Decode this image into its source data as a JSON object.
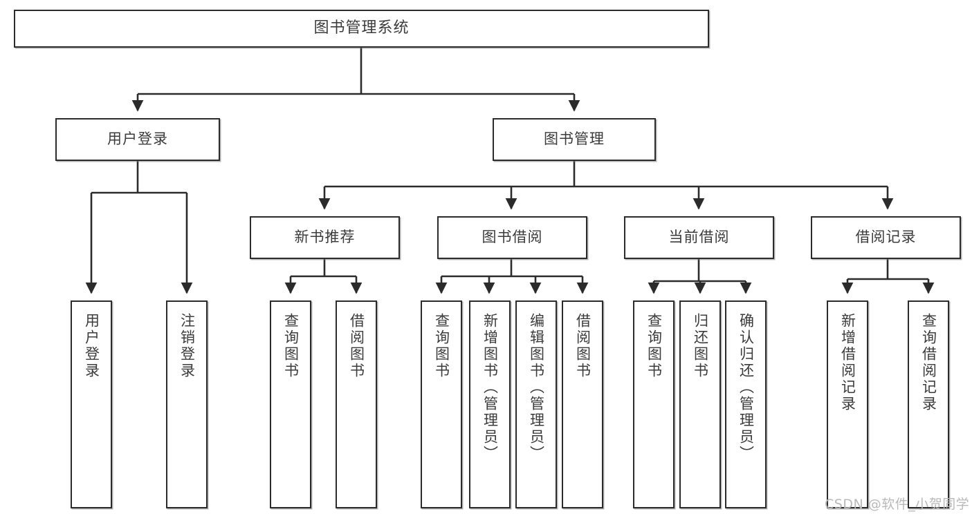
{
  "diagram": {
    "title": "图书管理系统",
    "type": "tree-structure-chart",
    "watermark": "CSDN @软件_小贺同学",
    "colors": {
      "box_border": "#2b2b2b",
      "box_fill": "#ffffff",
      "text": "#3b3b3b",
      "edge": "#2b2b2b",
      "watermark": "#b9b9b9",
      "background": "#ffffff"
    }
  },
  "nodes": {
    "root": {
      "label": "图书管理系统"
    },
    "level2": [
      {
        "id": "user-login",
        "label": "用户登录"
      },
      {
        "id": "book-manage",
        "label": "图书管理"
      }
    ],
    "level3": [
      {
        "id": "new-book-rec",
        "label": "新书推荐"
      },
      {
        "id": "book-borrow",
        "label": "图书借阅"
      },
      {
        "id": "current-borrow",
        "label": "当前借阅"
      },
      {
        "id": "borrow-record",
        "label": "借阅记录"
      }
    ],
    "leaves": {
      "user-login": [
        {
          "id": "leaf-user-login",
          "label": "用户登录"
        },
        {
          "id": "leaf-logout",
          "label": "注销登录"
        }
      ],
      "new-book-rec": [
        {
          "id": "leaf-query-book-1",
          "label": "查询图书"
        },
        {
          "id": "leaf-borrow-book-1",
          "label": "借阅图书"
        }
      ],
      "book-borrow": [
        {
          "id": "leaf-query-book-2",
          "label": "查询图书"
        },
        {
          "id": "leaf-add-book",
          "label": "新增图书（管理员）"
        },
        {
          "id": "leaf-edit-book",
          "label": "编辑图书（管理员）"
        },
        {
          "id": "leaf-borrow-book-2",
          "label": "借阅图书"
        }
      ],
      "current-borrow": [
        {
          "id": "leaf-query-book-3",
          "label": "查询图书"
        },
        {
          "id": "leaf-return-book",
          "label": "归还图书"
        },
        {
          "id": "leaf-confirm-return",
          "label": "确认归还（管理员）"
        }
      ],
      "borrow-record": [
        {
          "id": "leaf-add-record",
          "label": "新增借阅记录"
        },
        {
          "id": "leaf-query-record",
          "label": "查询借阅记录"
        }
      ]
    }
  }
}
